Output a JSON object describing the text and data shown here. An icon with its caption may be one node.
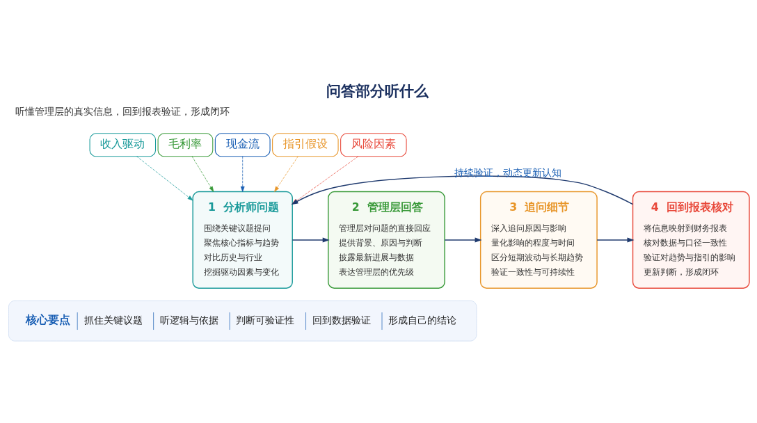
{
  "diagram": {
    "title": "问答部分听什么",
    "nodes": [
      {
        "text": [
          "收入驱动"
        ]
      },
      {
        "text": [
          "毛利率"
        ]
      },
      {
        "text": [
          "现金流"
        ]
      },
      {
        "text": [
          "指引假设"
        ]
      },
      {
        "text": [
          "风险因素"
        ]
      },
      {
        "text": [
          "1",
          "分析师问题",
          "围绕关键议题提问",
          "聚焦核心指标与趋势",
          "对比历史与行业",
          "挖掘驱动因素与变化"
        ]
      },
      {
        "text": [
          "2",
          "管理层回答",
          "管理层对问题的直接回应",
          "提供背景、原因与判断",
          "披露最新进展与数据",
          "表达管理层的优先级"
        ]
      },
      {
        "text": [
          "3",
          "追问细节",
          "深入追问原因与影响",
          "量化影响的程度与时间",
          "区分短期波动与长期趋势",
          "验证一致性与可持续性"
        ]
      },
      {
        "text": [
          "4",
          "回到报表核对",
          "将信息映射到财务报表",
          "核对数据与口径一致性",
          "验证对趋势与指引的影响",
          "更新判断，形成闭环"
        ]
      },
      {
        "text": [
          "核心要点",
          "抓住关键议题",
          "听逻辑与依据",
          "判断可验证性",
          "回到数据验证",
          "形成自己的结论"
        ]
      }
    ],
    "edges": [
      {
        "from": 0,
        "to": 5,
        "arrow": "to",
        "style": "dashed",
        "color": "#1a9a9a"
      },
      {
        "from": 1,
        "to": 5,
        "arrow": "to",
        "style": "dashed",
        "color": "#3a9a3a"
      },
      {
        "from": 2,
        "to": 5,
        "arrow": "to",
        "style": "dashed",
        "color": "#1a5fb4"
      },
      {
        "from": 3,
        "to": 5,
        "arrow": "to",
        "style": "dashed",
        "color": "#e8962a"
      },
      {
        "from": 4,
        "to": 5,
        "arrow": "to",
        "style": "dashed",
        "color": "#e8483a"
      },
      {
        "from": 5,
        "to": 6,
        "arrow": "to"
      },
      {
        "from": 6,
        "to": 7,
        "arrow": "to"
      },
      {
        "from": 7,
        "to": 8,
        "arrow": "to"
      },
      {
        "from": 8,
        "to": 5,
        "arrow": "to",
        "label": "持续验证，动态更新认知"
      }
    ],
    "labels": [
      "听懂管理层的真实信息，回到报表验证，形成闭环"
    ]
  }
}
